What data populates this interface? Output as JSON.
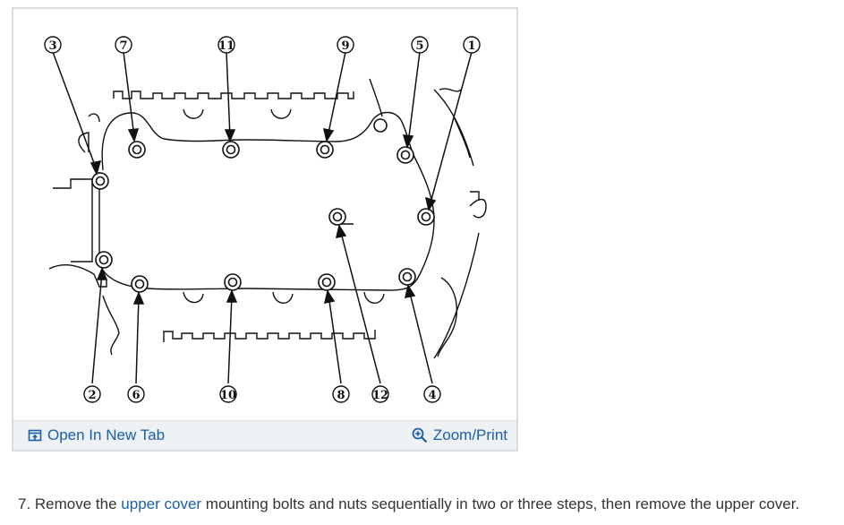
{
  "figure": {
    "callouts": [
      {
        "id": "c3",
        "label": "3"
      },
      {
        "id": "c7",
        "label": "7"
      },
      {
        "id": "c11",
        "label": "11"
      },
      {
        "id": "c9",
        "label": "9"
      },
      {
        "id": "c5",
        "label": "5"
      },
      {
        "id": "c1",
        "label": "1"
      },
      {
        "id": "c2",
        "label": "2"
      },
      {
        "id": "c6",
        "label": "6"
      },
      {
        "id": "c10",
        "label": "10"
      },
      {
        "id": "c8",
        "label": "8"
      },
      {
        "id": "c12",
        "label": "12"
      },
      {
        "id": "c4",
        "label": "4"
      }
    ],
    "footer": {
      "open_tab_label": "Open In New Tab",
      "zoom_label": "Zoom/Print",
      "open_tab_icon": "open-in-new-tab-icon",
      "zoom_icon": "magnifier-plus-icon"
    }
  },
  "instruction": {
    "prefix": "7. Remove the ",
    "link_text": "upper cover",
    "suffix": " mounting bolts and nuts sequentially in two or three steps, then remove the upper cover."
  },
  "colors": {
    "link": "#1a5fa8",
    "footer_bg": "#eef1f4",
    "card_border": "#d9dde2",
    "text": "#333333"
  }
}
